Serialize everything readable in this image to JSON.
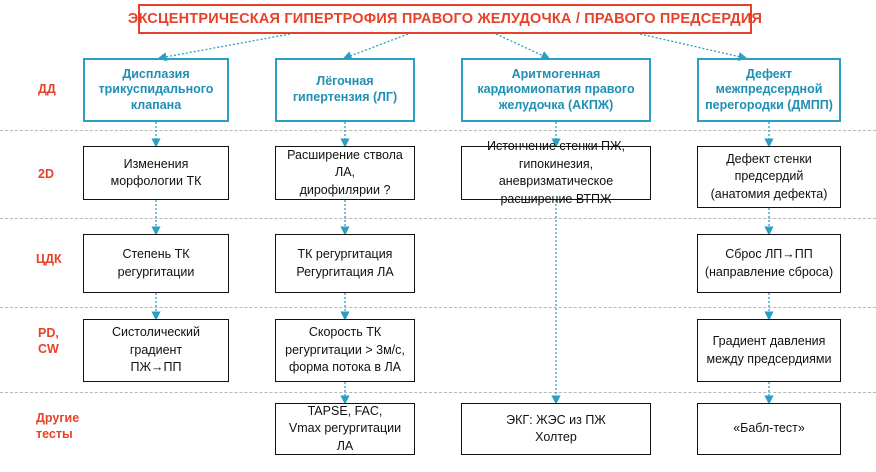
{
  "title": "ЭКСЦЕНТРИЧЕСКАЯ ГИПЕРТРОФИЯ ПРАВОГО ЖЕЛУДОЧКА / ПРАВОГО ПРЕДСЕРДИЯ",
  "rows": [
    "ДД",
    "2D",
    "ЦДК",
    "PD,\nCW",
    "Другие\nтесты"
  ],
  "columns": [
    {
      "label": "Дисплазия трикуспидального клапана",
      "cells": [
        "Изменения\nморфологии ТК",
        "Степень ТК\nрегургитации",
        "Систолический градиент\nПЖ→ПП",
        ""
      ]
    },
    {
      "label": "Лёгочная гипертензия (ЛГ)",
      "cells": [
        "Расширение ствола ЛА,\nдирофилярии  ?",
        "ТК регургитация\nРегургитация ЛА",
        "Скорость ТК\nрегургитации > 3м/с,\nформа потока в ЛА",
        "TAPSE, FAC,\nVmax регургитации ЛА"
      ]
    },
    {
      "label": "Аритмогенная кардиомиопатия правого желудочка (АКПЖ)",
      "cells": [
        "Истончение стенки ПЖ,\nгипокинезия, аневризматическое\nрасширение ВТПЖ",
        "",
        "",
        "ЭКГ: ЖЭС из ПЖ\nХолтер"
      ]
    },
    {
      "label": "Дефект межпредсердной перегородки (ДМПП)",
      "cells": [
        "Дефект стенки\nпредсердий\n(анатомия дефекта)",
        "Сброс ЛП→ПП\n(направление сброса)",
        "Градиент давления\nмежду предсердиями",
        "«Бабл-тест»"
      ]
    }
  ],
  "colors": {
    "accent": "#e8412a",
    "category": "#2a9fc3",
    "arrow": "#2a9fc3"
  }
}
